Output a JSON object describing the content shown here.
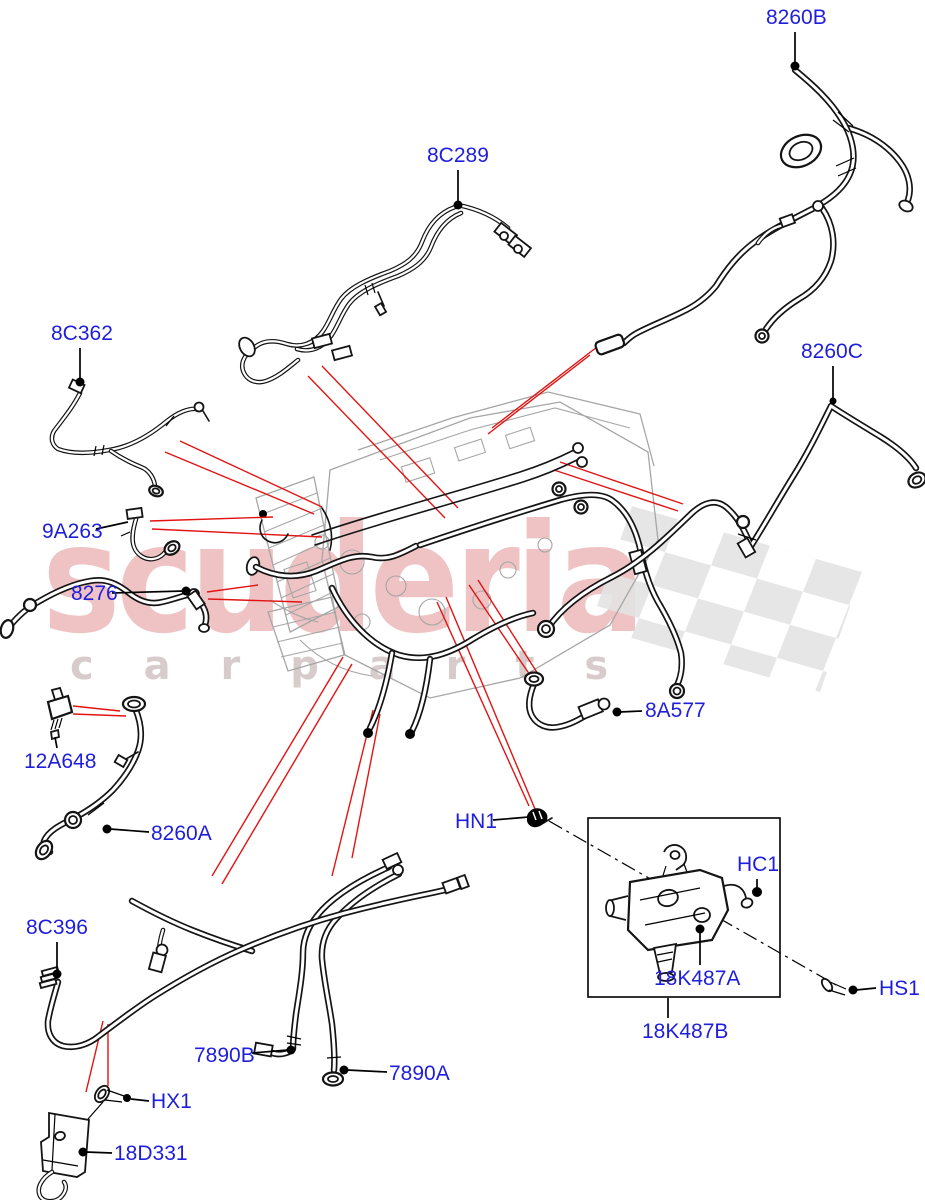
{
  "watermark": {
    "brand": "scuderia",
    "tagline": "c a r p a r t s"
  },
  "colors": {
    "label_blue": "#1E1EDC",
    "leader_red": "#E21313",
    "watermark_pink": "rgba(205,72,72,0.33)",
    "flag_gray": "#E3E3E3"
  },
  "part_labels": [
    {
      "text": "8260B"
    },
    {
      "text": "8C289"
    },
    {
      "text": "8C362"
    },
    {
      "text": "8260C"
    },
    {
      "text": "9A263"
    },
    {
      "text": "8276"
    },
    {
      "text": "12A648"
    },
    {
      "text": "8260A"
    },
    {
      "text": "8A577"
    },
    {
      "text": "HN1"
    },
    {
      "text": "HC1"
    },
    {
      "text": "18K487A"
    },
    {
      "text": "18K487B"
    },
    {
      "text": "HS1"
    },
    {
      "text": "8C396"
    },
    {
      "text": "7890B"
    },
    {
      "text": "7890A"
    },
    {
      "text": "HX1"
    },
    {
      "text": "18D331"
    }
  ]
}
